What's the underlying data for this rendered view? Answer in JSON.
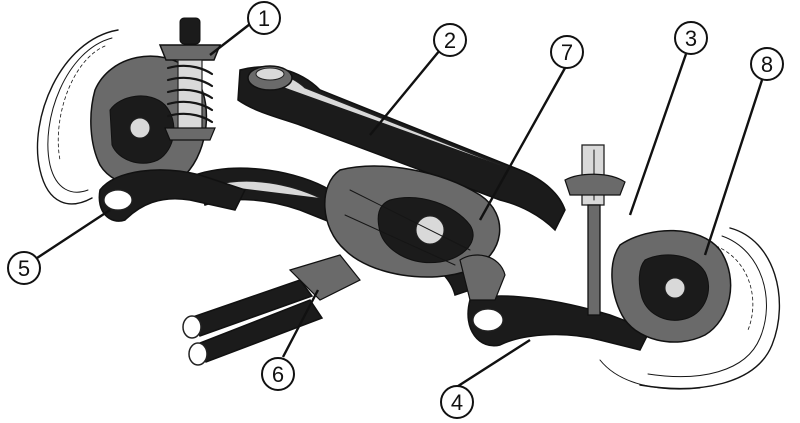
{
  "figure": {
    "subject": "rear-suspension-subframe-assembly-illustration"
  },
  "callouts": [
    {
      "id": "c1",
      "label": "1"
    },
    {
      "id": "c2",
      "label": "2"
    },
    {
      "id": "c3",
      "label": "3"
    },
    {
      "id": "c4",
      "label": "4"
    },
    {
      "id": "c5",
      "label": "5"
    },
    {
      "id": "c6",
      "label": "6"
    },
    {
      "id": "c7",
      "label": "7"
    },
    {
      "id": "c8",
      "label": "8"
    }
  ]
}
